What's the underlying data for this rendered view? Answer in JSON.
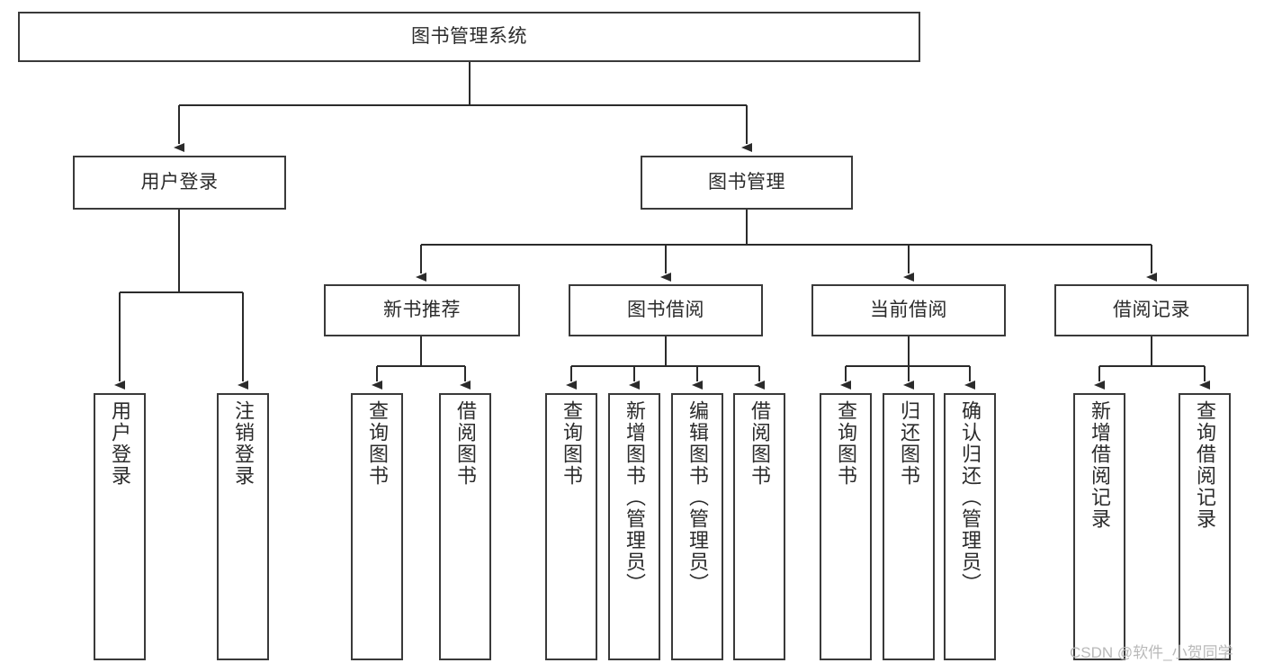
{
  "diagram": {
    "type": "tree-hierarchy-chart",
    "title": "图书管理系统",
    "orientation": "top-down",
    "colors": {
      "box_border": "#3a3a3a",
      "box_fill": "#ffffff",
      "edge": "#2b2b2b",
      "text": "#2b2b2b",
      "watermark": "#b9b9b9",
      "background": "#ffffff"
    },
    "levels": [
      {
        "level": 1,
        "nodes": [
          {
            "id": "root",
            "label": "图书管理系统",
            "text_direction": "horizontal"
          }
        ]
      },
      {
        "level": 2,
        "nodes": [
          {
            "id": "login",
            "label": "用户登录",
            "text_direction": "horizontal",
            "parent": "root"
          },
          {
            "id": "bookmgmt",
            "label": "图书管理",
            "text_direction": "horizontal",
            "parent": "root"
          }
        ]
      },
      {
        "level": 3,
        "nodes": [
          {
            "id": "newbook",
            "label": "新书推荐",
            "text_direction": "horizontal",
            "parent": "bookmgmt"
          },
          {
            "id": "borrow",
            "label": "图书借阅",
            "text_direction": "horizontal",
            "parent": "bookmgmt"
          },
          {
            "id": "current",
            "label": "当前借阅",
            "text_direction": "horizontal",
            "parent": "bookmgmt"
          },
          {
            "id": "record",
            "label": "借阅记录",
            "text_direction": "horizontal",
            "parent": "bookmgmt"
          }
        ]
      },
      {
        "level": 4,
        "nodes": [
          {
            "id": "leaf1",
            "label": "用户登录",
            "text_direction": "vertical",
            "parent": "login"
          },
          {
            "id": "leaf2",
            "label": "注销登录",
            "text_direction": "vertical",
            "parent": "login"
          },
          {
            "id": "leaf3",
            "label": "查询图书",
            "text_direction": "vertical",
            "parent": "newbook"
          },
          {
            "id": "leaf4",
            "label": "借阅图书",
            "text_direction": "vertical",
            "parent": "newbook"
          },
          {
            "id": "leaf5",
            "label": "查询图书",
            "text_direction": "vertical",
            "parent": "borrow"
          },
          {
            "id": "leaf6",
            "label": "新增图书（管理员）",
            "text_direction": "vertical",
            "parent": "borrow"
          },
          {
            "id": "leaf7",
            "label": "编辑图书（管理员）",
            "text_direction": "vertical",
            "parent": "borrow"
          },
          {
            "id": "leaf8",
            "label": "借阅图书",
            "text_direction": "vertical",
            "parent": "borrow"
          },
          {
            "id": "leaf9",
            "label": "查询图书",
            "text_direction": "vertical",
            "parent": "current"
          },
          {
            "id": "leaf10",
            "label": "归还图书",
            "text_direction": "vertical",
            "parent": "current"
          },
          {
            "id": "leaf11",
            "label": "确认归还（管理员）",
            "text_direction": "vertical",
            "parent": "current"
          },
          {
            "id": "leaf12",
            "label": "新增借阅记录",
            "text_direction": "vertical",
            "parent": "record"
          },
          {
            "id": "leaf13",
            "label": "查询借阅记录",
            "text_direction": "vertical",
            "parent": "record"
          }
        ]
      }
    ]
  },
  "watermark": {
    "text": "CSDN @软件_小贺同学"
  }
}
